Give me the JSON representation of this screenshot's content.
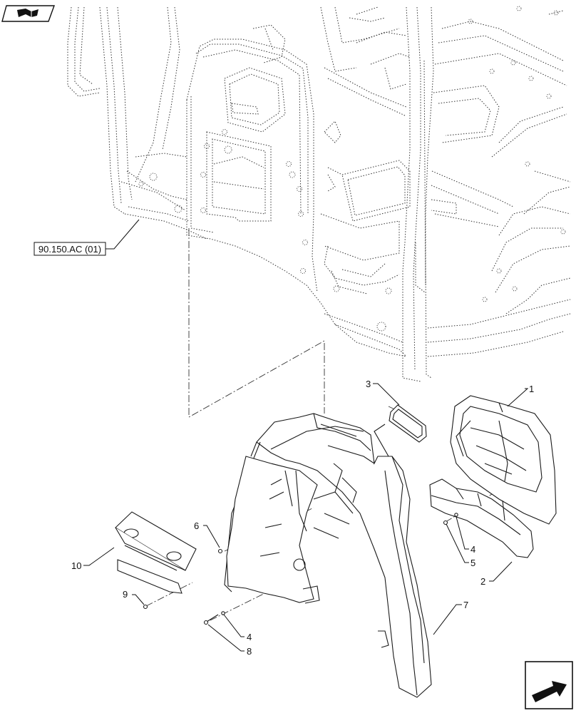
{
  "reference_label": "90.150.AC (01)",
  "part_callouts": [
    "1",
    "2",
    "3",
    "4",
    "4",
    "5",
    "6",
    "7",
    "8",
    "9",
    "10"
  ],
  "icons": {
    "top_left": "book-navigation-icon",
    "bottom_right": "next-page-arrow-icon"
  },
  "colors": {
    "line": "#111111",
    "background": "#ffffff"
  }
}
